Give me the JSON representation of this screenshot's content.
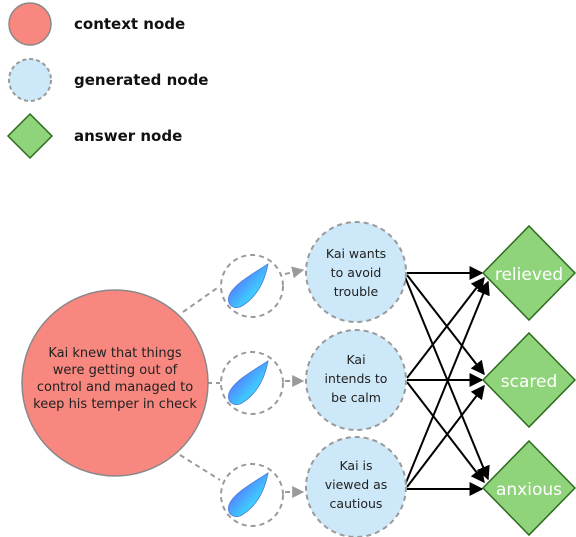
{
  "legend": [
    {
      "label": "context node",
      "shape": "circle",
      "color": "#f8877f"
    },
    {
      "label": "generated node",
      "shape": "dashed-circle",
      "color": "#cde8f8"
    },
    {
      "label": "answer node",
      "shape": "diamond",
      "color": "#8fd37a"
    }
  ],
  "context_node": {
    "lines": [
      "Kai knew that things",
      "were getting out of",
      "control and managed to",
      "keep his temper in check"
    ],
    "color": "#f8877f"
  },
  "generated_nodes": [
    {
      "lines": [
        "Kai wants",
        "to avoid",
        "trouble"
      ]
    },
    {
      "lines": [
        "Kai",
        "intends to",
        "be calm"
      ]
    },
    {
      "lines": [
        "Kai is",
        "viewed as",
        "cautious"
      ]
    }
  ],
  "answer_nodes": [
    {
      "label": "relieved"
    },
    {
      "label": "scared"
    },
    {
      "label": "anxious"
    }
  ],
  "colors": {
    "context": "#f8877f",
    "generated": "#cde8f8",
    "answer": "#8fd37a",
    "dashed_stroke": "#9a9a9a",
    "edge": "#000000"
  }
}
